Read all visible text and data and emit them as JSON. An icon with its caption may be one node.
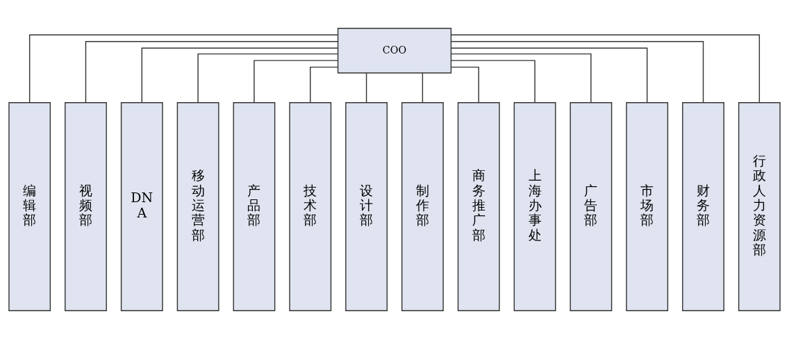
{
  "diagram": {
    "nodes": [
      {
        "text": [
          "COO"
        ]
      },
      {
        "text": [
          "编辑部"
        ]
      },
      {
        "text": [
          "视频部"
        ]
      },
      {
        "text": [
          "DNA"
        ]
      },
      {
        "text": [
          "移动运营部"
        ]
      },
      {
        "text": [
          "产品部"
        ]
      },
      {
        "text": [
          "技术部"
        ]
      },
      {
        "text": [
          "设计部"
        ]
      },
      {
        "text": [
          "制作部"
        ]
      },
      {
        "text": [
          "商务推广部"
        ]
      },
      {
        "text": [
          "上海办事处"
        ]
      },
      {
        "text": [
          "广告部"
        ]
      },
      {
        "text": [
          "市场部"
        ]
      },
      {
        "text": [
          "财务部"
        ]
      },
      {
        "text": [
          "行政人力资源部"
        ]
      }
    ],
    "edges": [
      {
        "from": 0,
        "to": 1,
        "arrow": "none"
      },
      {
        "from": 0,
        "to": 2,
        "arrow": "none"
      },
      {
        "from": 0,
        "to": 3,
        "arrow": "none"
      },
      {
        "from": 0,
        "to": 4,
        "arrow": "none"
      },
      {
        "from": 0,
        "to": 5,
        "arrow": "none"
      },
      {
        "from": 0,
        "to": 6,
        "arrow": "none"
      },
      {
        "from": 0,
        "to": 7,
        "arrow": "none"
      },
      {
        "from": 0,
        "to": 8,
        "arrow": "none"
      },
      {
        "from": 0,
        "to": 9,
        "arrow": "none"
      },
      {
        "from": 0,
        "to": 10,
        "arrow": "none"
      },
      {
        "from": 0,
        "to": 11,
        "arrow": "none"
      },
      {
        "from": 0,
        "to": 12,
        "arrow": "none"
      },
      {
        "from": 0,
        "to": 13,
        "arrow": "none"
      },
      {
        "from": 0,
        "to": 14,
        "arrow": "none"
      }
    ]
  }
}
